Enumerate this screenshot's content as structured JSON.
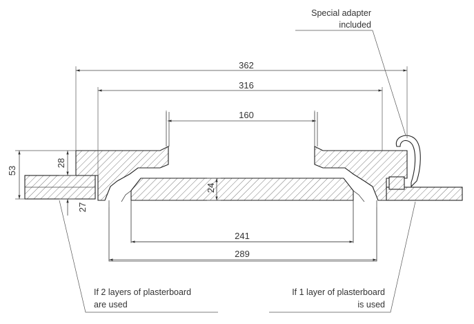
{
  "dimensions": {
    "d362": "362",
    "d316": "316",
    "d160": "160",
    "d53": "53",
    "d28": "28",
    "d27": "27",
    "d24": "24",
    "d241": "241",
    "d289": "289"
  },
  "callouts": {
    "adapter_line1": "Special adapter",
    "adapter_line2": "included",
    "left_line1": "If 2 layers of plasterboard",
    "left_line2": "are used",
    "right_line1": "If 1 layer of plasterboard",
    "right_line2": "is used"
  },
  "colors": {
    "line": "#222222",
    "text": "#333333",
    "background": "#ffffff"
  }
}
